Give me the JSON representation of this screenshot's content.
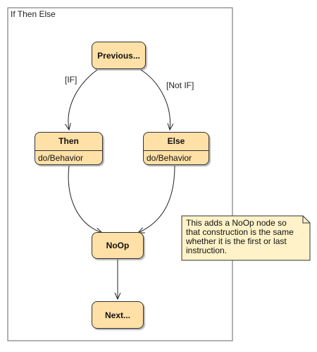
{
  "frame": {
    "title": "If Then Else"
  },
  "nodes": {
    "previous": {
      "label": "Previous..."
    },
    "then": {
      "label": "Then",
      "activity": "do/Behavior"
    },
    "else": {
      "label": "Else",
      "activity": "do/Behavior"
    },
    "noop": {
      "label": "NoOp"
    },
    "next": {
      "label": "Next..."
    }
  },
  "edges": {
    "if_guard": "[IF]",
    "not_if_guard": "[Not IF]"
  },
  "note": {
    "lines": [
      "This adds a NoOp node so",
      "that construction is the same",
      "whether it is the first or last",
      "instruction."
    ]
  },
  "colors": {
    "node_fill": "#ffe0a6",
    "note_fill": "#fff2c8",
    "stroke": "#333333"
  }
}
